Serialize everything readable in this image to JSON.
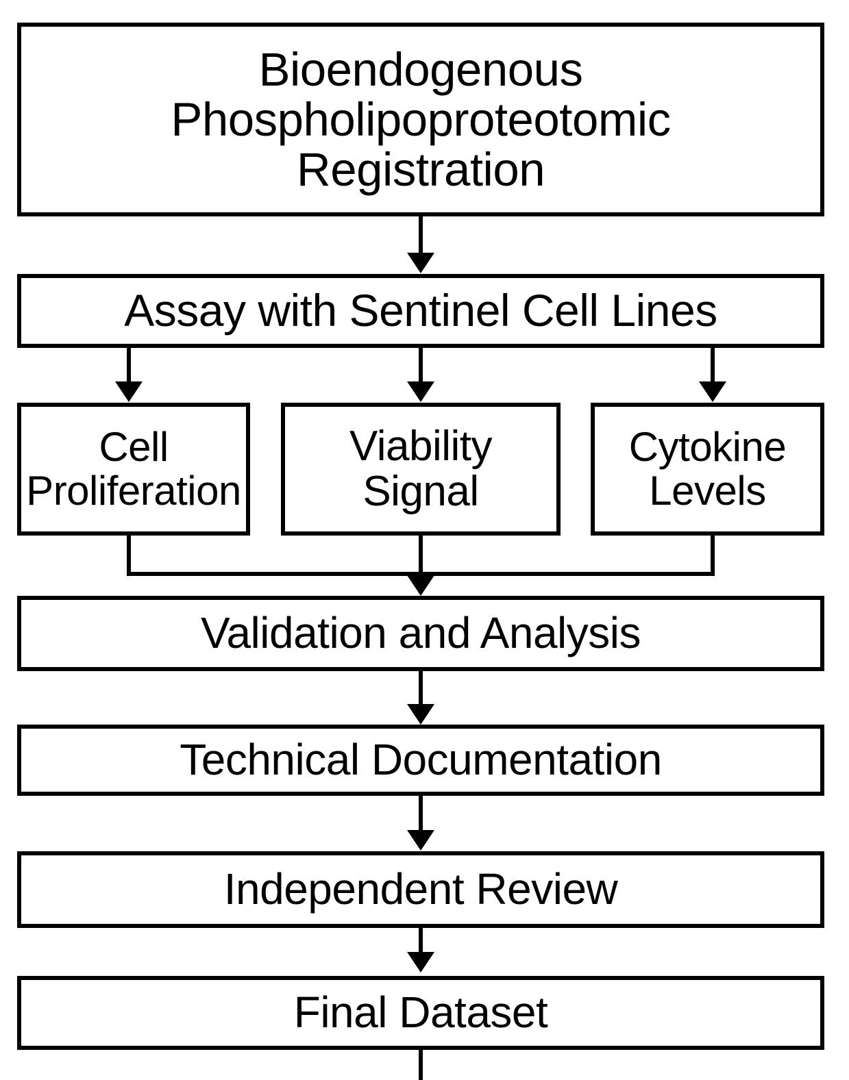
{
  "diagram": {
    "type": "flowchart",
    "orientation": "top-to-bottom",
    "background_color": "#ffffff",
    "line_color": "#000000",
    "text_color": "#000000",
    "nodes": [
      {
        "id": "registration",
        "label": "Bioendogenous\nPhospholipoproteotomic\nRegistration"
      },
      {
        "id": "assay",
        "label": "Assay with Sentinel Cell Lines"
      },
      {
        "id": "proliferation",
        "label": "Cell\nProliferation"
      },
      {
        "id": "viability",
        "label": "Viability\nSignal"
      },
      {
        "id": "cytokine",
        "label": "Cytokine\nLevels"
      },
      {
        "id": "validation",
        "label": "Validation and Analysis"
      },
      {
        "id": "documentation",
        "label": "Technical Documentation"
      },
      {
        "id": "review",
        "label": "Independent Review"
      },
      {
        "id": "final",
        "label": "Final Dataset"
      }
    ],
    "edges": [
      {
        "from": "registration",
        "to": "assay",
        "style": "arrow"
      },
      {
        "from": "assay",
        "to": "proliferation",
        "style": "arrow"
      },
      {
        "from": "assay",
        "to": "viability",
        "style": "arrow"
      },
      {
        "from": "assay",
        "to": "cytokine",
        "style": "arrow"
      },
      {
        "from": "proliferation",
        "to": "validation",
        "style": "merge"
      },
      {
        "from": "viability",
        "to": "validation",
        "style": "arrow"
      },
      {
        "from": "cytokine",
        "to": "validation",
        "style": "merge"
      },
      {
        "from": "validation",
        "to": "documentation",
        "style": "arrow"
      },
      {
        "from": "documentation",
        "to": "review",
        "style": "arrow"
      },
      {
        "from": "review",
        "to": "final",
        "style": "arrow"
      },
      {
        "from": "final",
        "to": "",
        "style": "stub-cropped"
      }
    ]
  }
}
